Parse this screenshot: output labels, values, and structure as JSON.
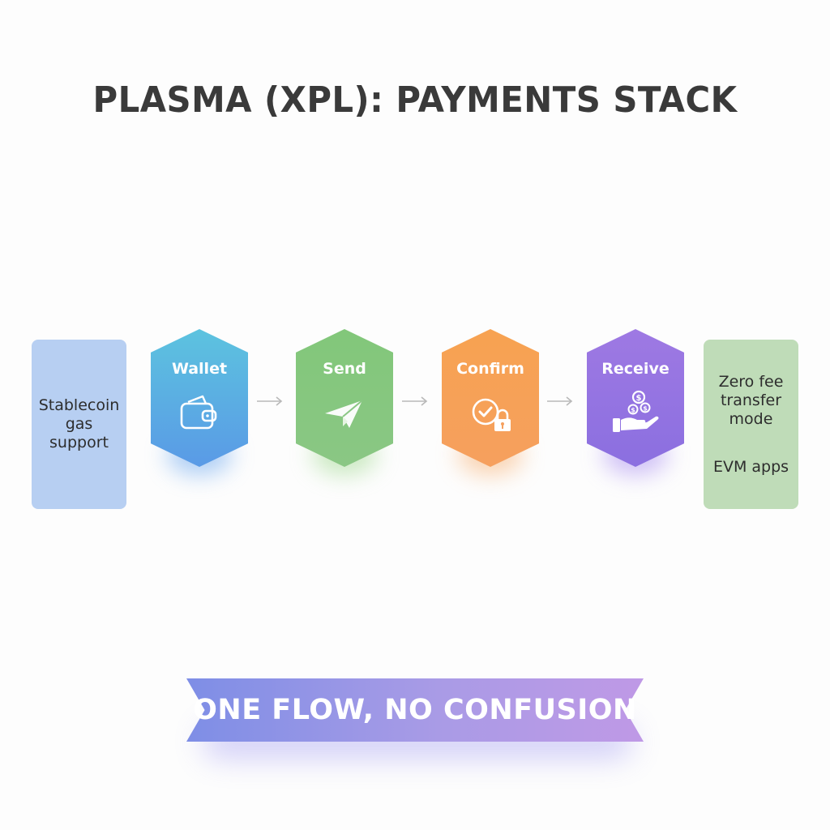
{
  "title": "PLASMA (XPL): PAYMENTS STACK",
  "left_box": {
    "lines": [
      "Stablecoin",
      "gas",
      "support"
    ]
  },
  "right_box": {
    "top_lines": [
      "Zero fee",
      "transfer",
      "mode"
    ],
    "bottom_line": "EVM apps"
  },
  "steps": [
    {
      "label": "Wallet",
      "icon": "wallet-icon",
      "color": "#5a9ae6"
    },
    {
      "label": "Send",
      "icon": "paper-plane-icon",
      "color": "#82c77a"
    },
    {
      "label": "Confirm",
      "icon": "check-lock-icon",
      "color": "#f7a251"
    },
    {
      "label": "Receive",
      "icon": "hand-coins-icon",
      "color": "#9e79e3"
    }
  ],
  "banner": {
    "text": "ONE FLOW, NO CONFUSION"
  },
  "colors": {
    "left_box": "#b7cff2",
    "right_box": "#bfdcb8",
    "banner_start": "#7e8ee6",
    "banner_end": "#bf99e6"
  }
}
